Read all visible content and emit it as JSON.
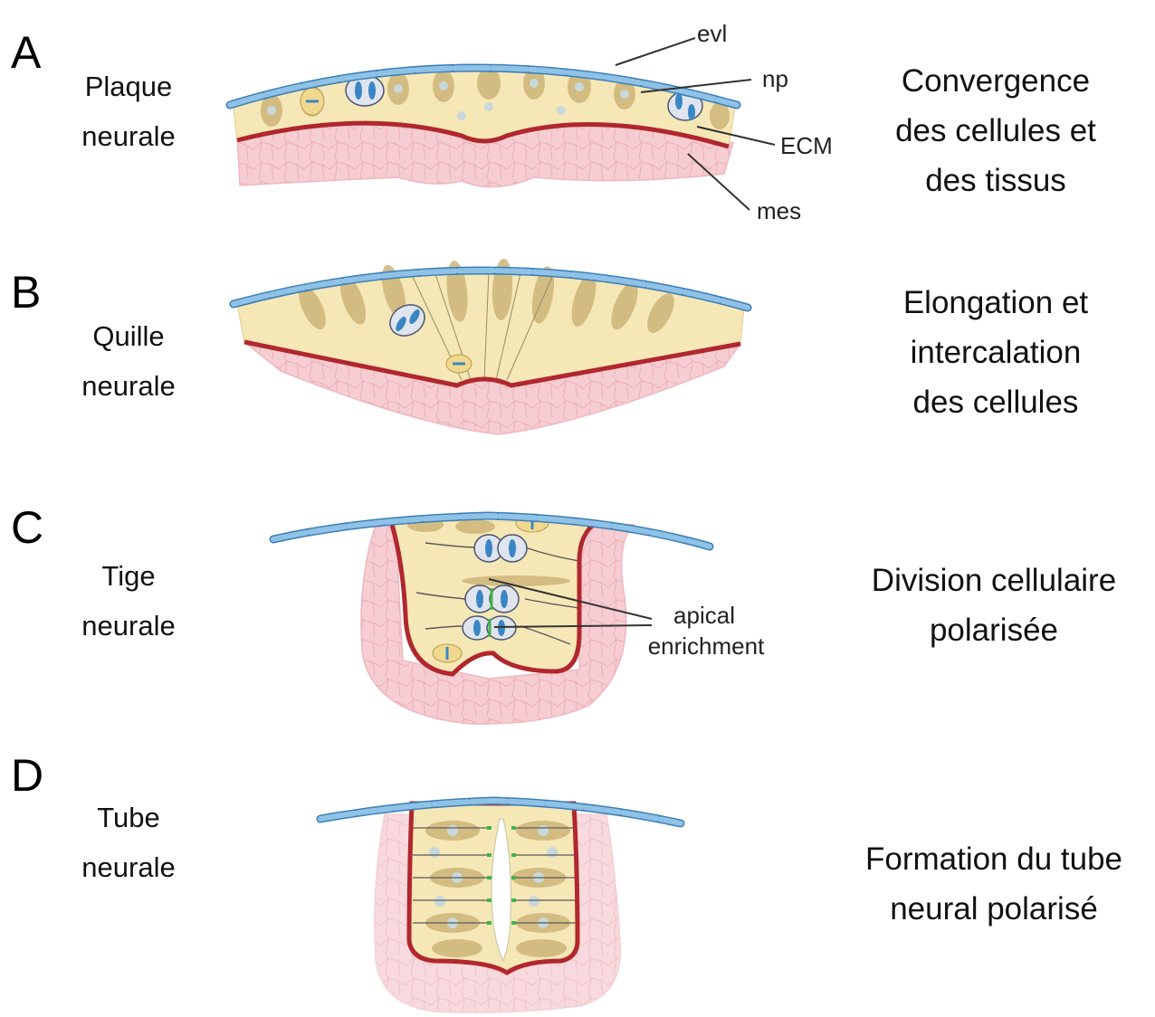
{
  "panels": [
    {
      "letter": "A",
      "stage": [
        "Plaque",
        "neurale"
      ],
      "description": [
        "Convergence",
        "des cellules et",
        "des tissus"
      ],
      "annotations": [
        "evl",
        "np",
        "ECM",
        "mes"
      ]
    },
    {
      "letter": "B",
      "stage": [
        "Quille",
        "neurale"
      ],
      "description": [
        "Elongation et",
        "intercalation",
        "des cellules"
      ]
    },
    {
      "letter": "C",
      "stage": [
        "Tige",
        "neurale"
      ],
      "description": [
        "Division cellulaire",
        "polarisée"
      ],
      "annotations": [
        "apical",
        "enrichment"
      ]
    },
    {
      "letter": "D",
      "stage": [
        "Tube",
        "neurale"
      ],
      "description": [
        "Formation du tube",
        "neural polarisé"
      ]
    }
  ],
  "colors": {
    "evl": "#7fb8e0",
    "evl_stroke": "#3d7fb5",
    "neural_plate": "#f6e7b6",
    "ecm": "#b0272d",
    "mesoderm": "#f6cdd2",
    "cell_dark": "#cdb57a",
    "nucleus": "#c9d8da",
    "apical_enrichment": "#3fb54a"
  }
}
